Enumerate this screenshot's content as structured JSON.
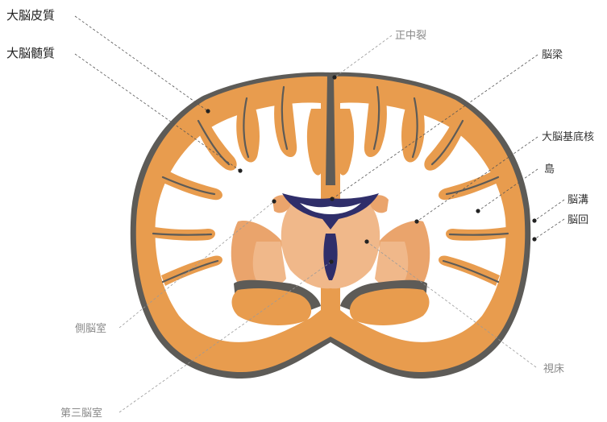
{
  "labels": {
    "cerebral_cortex": "大脳皮質",
    "cerebral_white_matter": "大脳髄質",
    "longitudinal_fissure": "正中裂",
    "corpus_callosum": "脳梁",
    "basal_ganglia": "大脳基底核",
    "insula": "島",
    "sulcus": "脳溝",
    "gyrus": "脳回",
    "lateral_ventricle": "側脳室",
    "third_ventricle": "第三脳室",
    "thalamus": "視床"
  },
  "colors": {
    "cortex": "#e89c4e",
    "rim": "#5d5b57",
    "white_matter": "#ffffff",
    "basal_ganglia_light": "#f0b88a",
    "basal_ganglia_mid": "#eaa46c",
    "ventricle": "#2f2e6a",
    "label_dark": "#222222",
    "label_gray": "#8a8a8a"
  }
}
